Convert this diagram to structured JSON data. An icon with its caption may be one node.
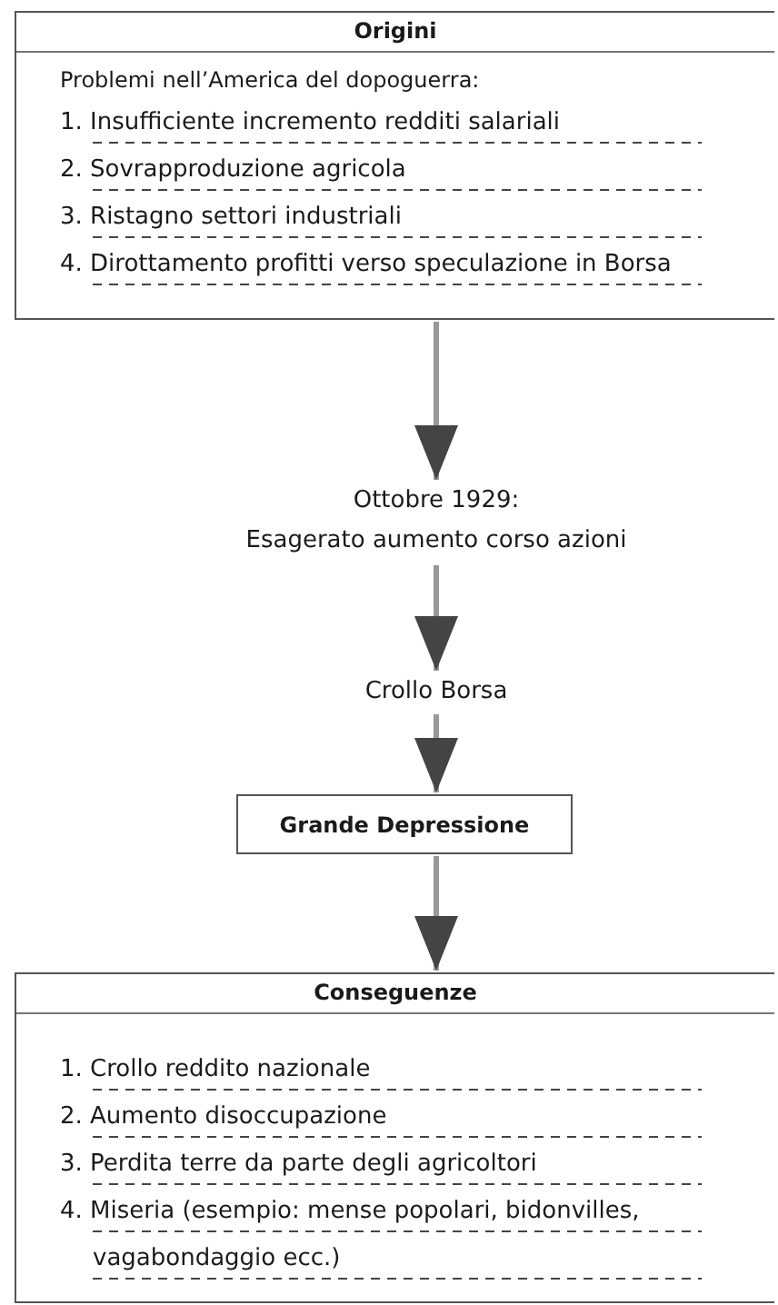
{
  "diagram": {
    "nodes": [
      {
        "text": [
          "Origini",
          "Problemi nell’America del dopoguerra:",
          "1. Insufficiente incremento redditi salariali",
          "2. Sovrapproduzione agricola",
          "3. Ristagno settori industriali",
          "4. Dirottamento profitti verso speculazione in Borsa"
        ]
      },
      {
        "text": [
          "Ottobre 1929:",
          "Esagerato aumento corso azioni"
        ]
      },
      {
        "text": [
          "Crollo Borsa"
        ]
      },
      {
        "text": [
          "Grande Depressione"
        ]
      },
      {
        "text": [
          "Conseguenze",
          "1. Crollo reddito nazionale",
          "2. Aumento disoccupazione",
          "3. Perdita terre da parte degli agricoltori",
          "4. Miseria (esempio: mense popolari, bidonvilles, vagabondaggio ecc.)"
        ]
      }
    ],
    "edges": [
      {
        "from": 0,
        "to": 1,
        "arrow": "to"
      },
      {
        "from": 1,
        "to": 2,
        "arrow": "to"
      },
      {
        "from": 2,
        "to": 3,
        "arrow": "to"
      },
      {
        "from": 3,
        "to": 4,
        "arrow": "to"
      }
    ]
  }
}
